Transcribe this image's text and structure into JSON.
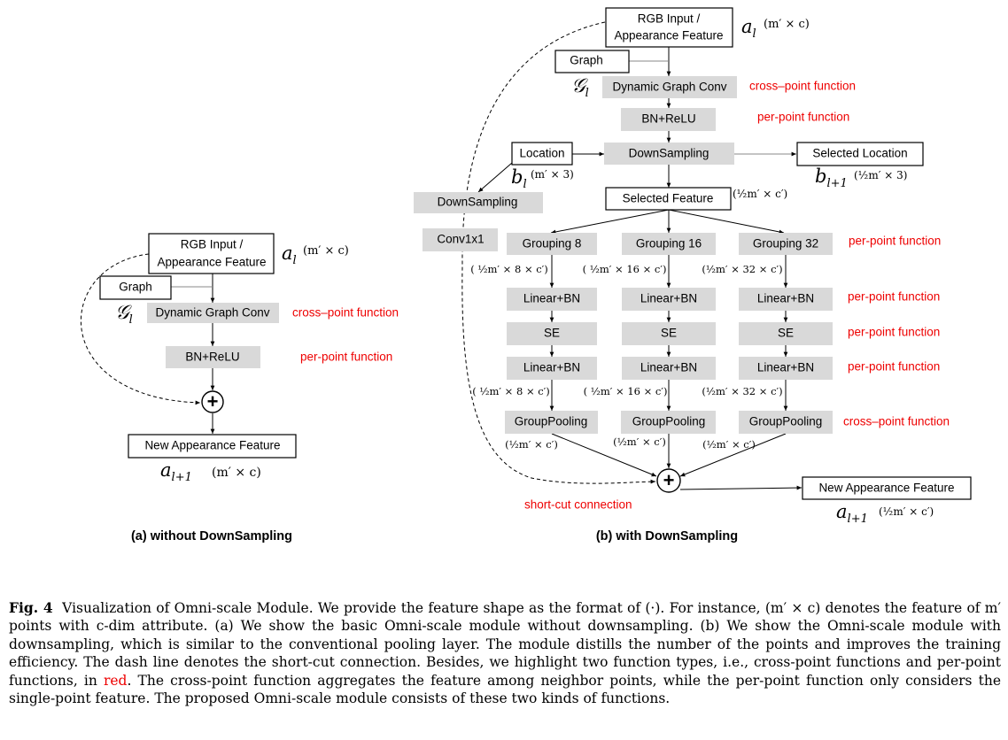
{
  "diagram": {
    "left": {
      "input_line1": "RGB Input /",
      "input_line2": "Appearance Feature",
      "input_var": "a",
      "input_var_sub": "l",
      "input_shape": "(m′ × c)",
      "graph": "Graph",
      "graph_var": "𝒢",
      "graph_var_sub": "l",
      "dgc": "Dynamic Graph Conv",
      "dgc_fn": "cross–point function",
      "bnrelu": "BN+ReLU",
      "bnrelu_fn": "per-point function",
      "plus": "+",
      "output": "New Appearance Feature",
      "output_var": "a",
      "output_var_sub": "l+1",
      "output_shape": "(m′ × c)",
      "subcaption": "(a) without DownSampling"
    },
    "right": {
      "input_line1": "RGB Input /",
      "input_line2": "Appearance Feature",
      "input_var": "a",
      "input_var_sub": "l",
      "input_shape": "(m′ × c)",
      "graph": "Graph",
      "graph_var": "𝒢",
      "graph_var_sub": "l",
      "dgc": "Dynamic Graph Conv",
      "dgc_fn": "cross–point function",
      "bnrelu": "BN+ReLU",
      "bnrelu_fn": "per-point function",
      "location": "Location",
      "location_var": "b",
      "location_var_sub": "l",
      "location_shape": "(m′ × 3)",
      "downsampling": "DownSampling",
      "selected_location": "Selected Location",
      "selected_location_var": "b",
      "selected_location_var_sub": "l+1",
      "selected_location_shape": "(½m′ × 3)",
      "side_downsampling": "DownSampling",
      "conv": "Conv1x1",
      "selected_feature": "Selected Feature",
      "selected_feature_shape": "(½m′ × c′)",
      "groups": [
        {
          "grouping": "Grouping 8",
          "shape1": "( ½m′ × 8 × c′)",
          "shape2": "( ½m′ × 8 × c′)",
          "shape3": "(½m′ × c′)"
        },
        {
          "grouping": "Grouping 16",
          "shape1": "( ½m′ × 16 × c′)",
          "shape2": "( ½m′ × 16 × c′)",
          "shape3": "(½m′ × c′)"
        },
        {
          "grouping": "Grouping 32",
          "shape1": "(½m′ × 32 × c′)",
          "shape2": "(½m′ × 32 × c′)",
          "shape3": "(½m′ × c′)"
        }
      ],
      "linear_bn": "Linear+BN",
      "se": "SE",
      "group_pooling": "GroupPooling",
      "grouping_fn": "per-point function",
      "linear1_fn": "per-point function",
      "se_fn": "per-point function",
      "linear2_fn": "per-point function",
      "pooling_fn": "cross–point function",
      "plus": "+",
      "shortcut": "short-cut connection",
      "output": "New Appearance Feature",
      "output_var": "a",
      "output_var_sub": "l+1",
      "output_shape": "(½m′ × c′)",
      "subcaption": "(b) with DownSampling"
    },
    "colors": {
      "function_label": "#ee0000",
      "op_fill": "#d9d9d9",
      "io_fill": "#ffffff",
      "stroke": "#000000"
    }
  },
  "caption": {
    "label": "Fig. 4",
    "text_before_red": "Visualization of Omni-scale Module. We provide the feature shape as the format of (·). For instance, (m′ × c) denotes the feature of m′ points with c-dim attribute. (a) We show the basic Omni-scale module without downsampling. (b) We show the Omni-scale module with downsampling, which is similar to the conventional pooling layer. The module distills the number of the points and improves the training efficiency. The dash line denotes the short-cut connection. Besides, we highlight two function types, i.e., cross-point functions and per-point functions, in",
    "red_word": "red",
    "text_after_red": ". The cross-point function aggregates the feature among neighbor points, while the per-point function only considers the single-point feature. The proposed Omni-scale module consists of these two kinds of functions."
  }
}
